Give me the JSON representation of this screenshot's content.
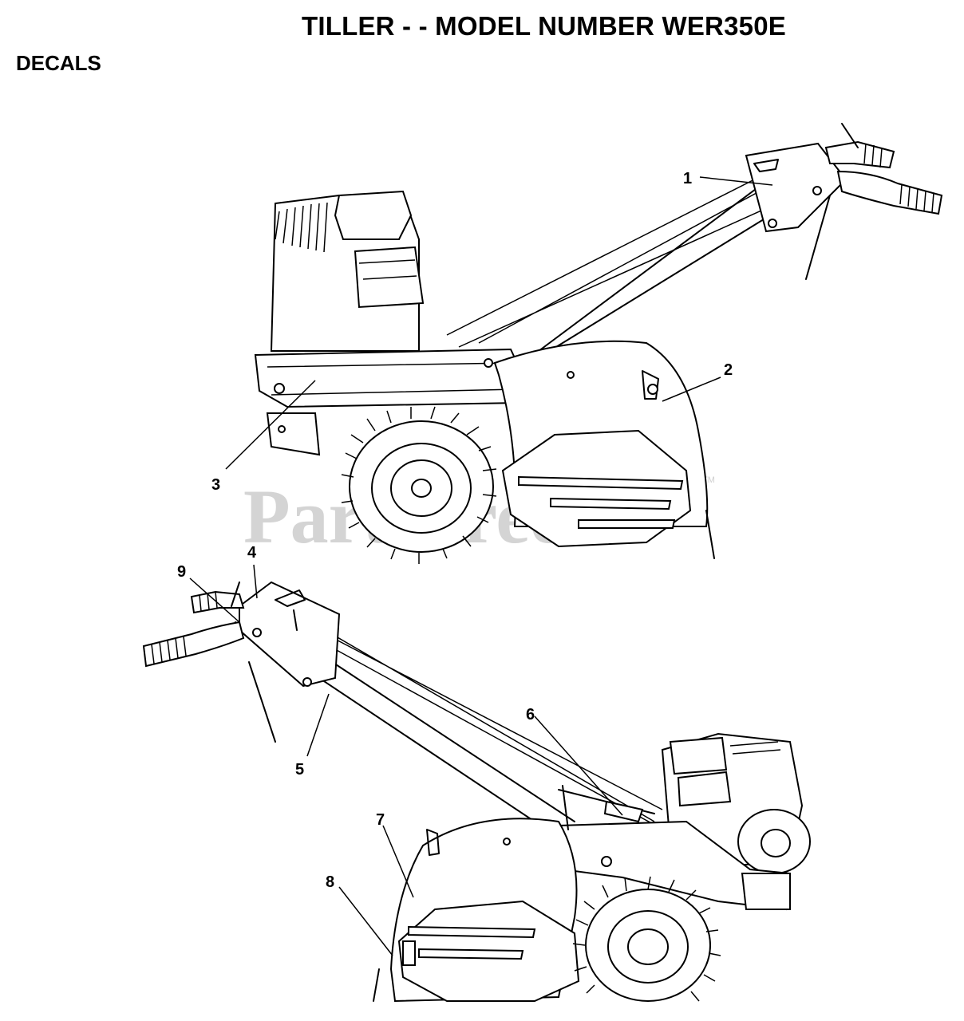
{
  "header": {
    "title": "TILLER - - MODEL NUMBER WER350E",
    "section": "DECALS"
  },
  "watermark": {
    "text": "PartsTree",
    "trademark": "TM"
  },
  "callouts": [
    "1",
    "2",
    "3",
    "4",
    "5",
    "6",
    "7",
    "8",
    "9"
  ]
}
